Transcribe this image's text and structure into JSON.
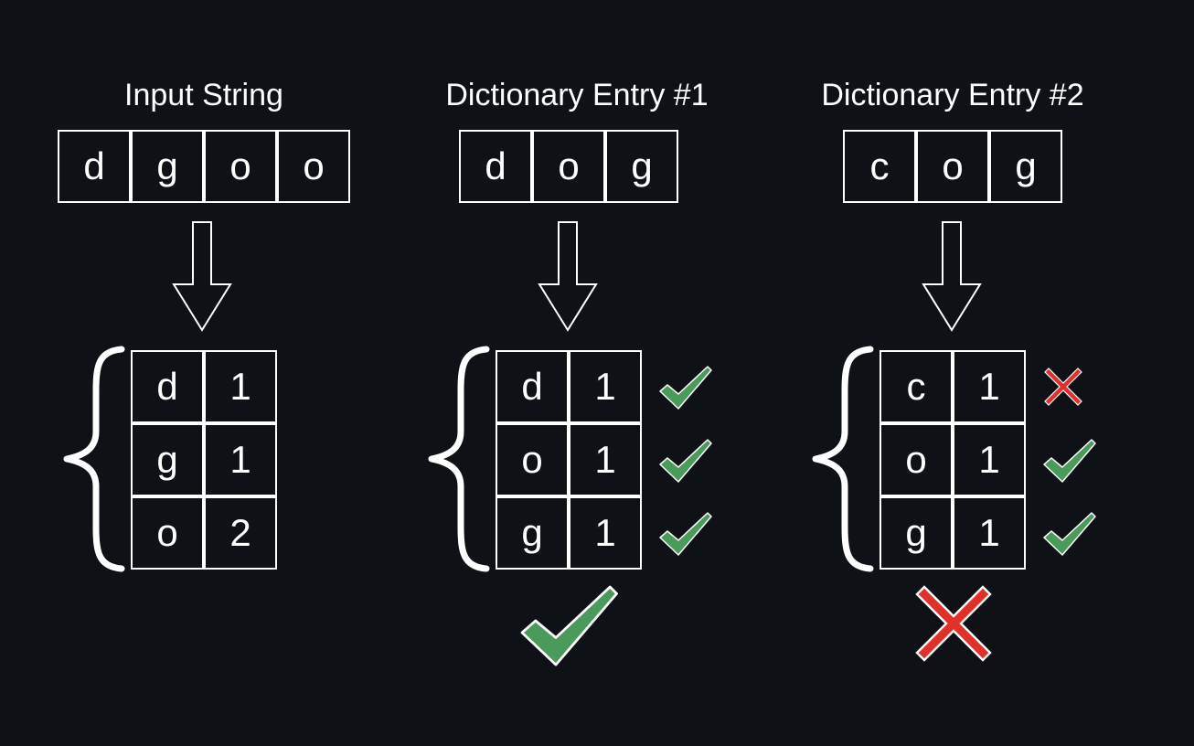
{
  "columns": [
    {
      "title": "Input String",
      "chars": [
        "d",
        "g",
        "o",
        "o"
      ],
      "counts": [
        [
          "d",
          "1"
        ],
        [
          "g",
          "1"
        ],
        [
          "o",
          "2"
        ]
      ],
      "row_marks": [],
      "verdict": ""
    },
    {
      "title": "Dictionary Entry #1",
      "chars": [
        "d",
        "o",
        "g"
      ],
      "counts": [
        [
          "d",
          "1"
        ],
        [
          "o",
          "1"
        ],
        [
          "g",
          "1"
        ]
      ],
      "row_marks": [
        "check",
        "check",
        "check"
      ],
      "verdict": "check"
    },
    {
      "title": "Dictionary Entry #2",
      "chars": [
        "c",
        "o",
        "g"
      ],
      "counts": [
        [
          "c",
          "1"
        ],
        [
          "o",
          "1"
        ],
        [
          "g",
          "1"
        ]
      ],
      "row_marks": [
        "cross",
        "check",
        "check"
      ],
      "verdict": "cross"
    }
  ],
  "colors": {
    "background": "#0e1116",
    "stroke": "#ffffff",
    "check_fill": "#4a9a5c",
    "cross_fill": "#e0302a"
  },
  "icons": {
    "arrow": "down-arrow-icon",
    "brace": "left-brace-icon",
    "check": "check-icon",
    "cross": "cross-icon"
  }
}
